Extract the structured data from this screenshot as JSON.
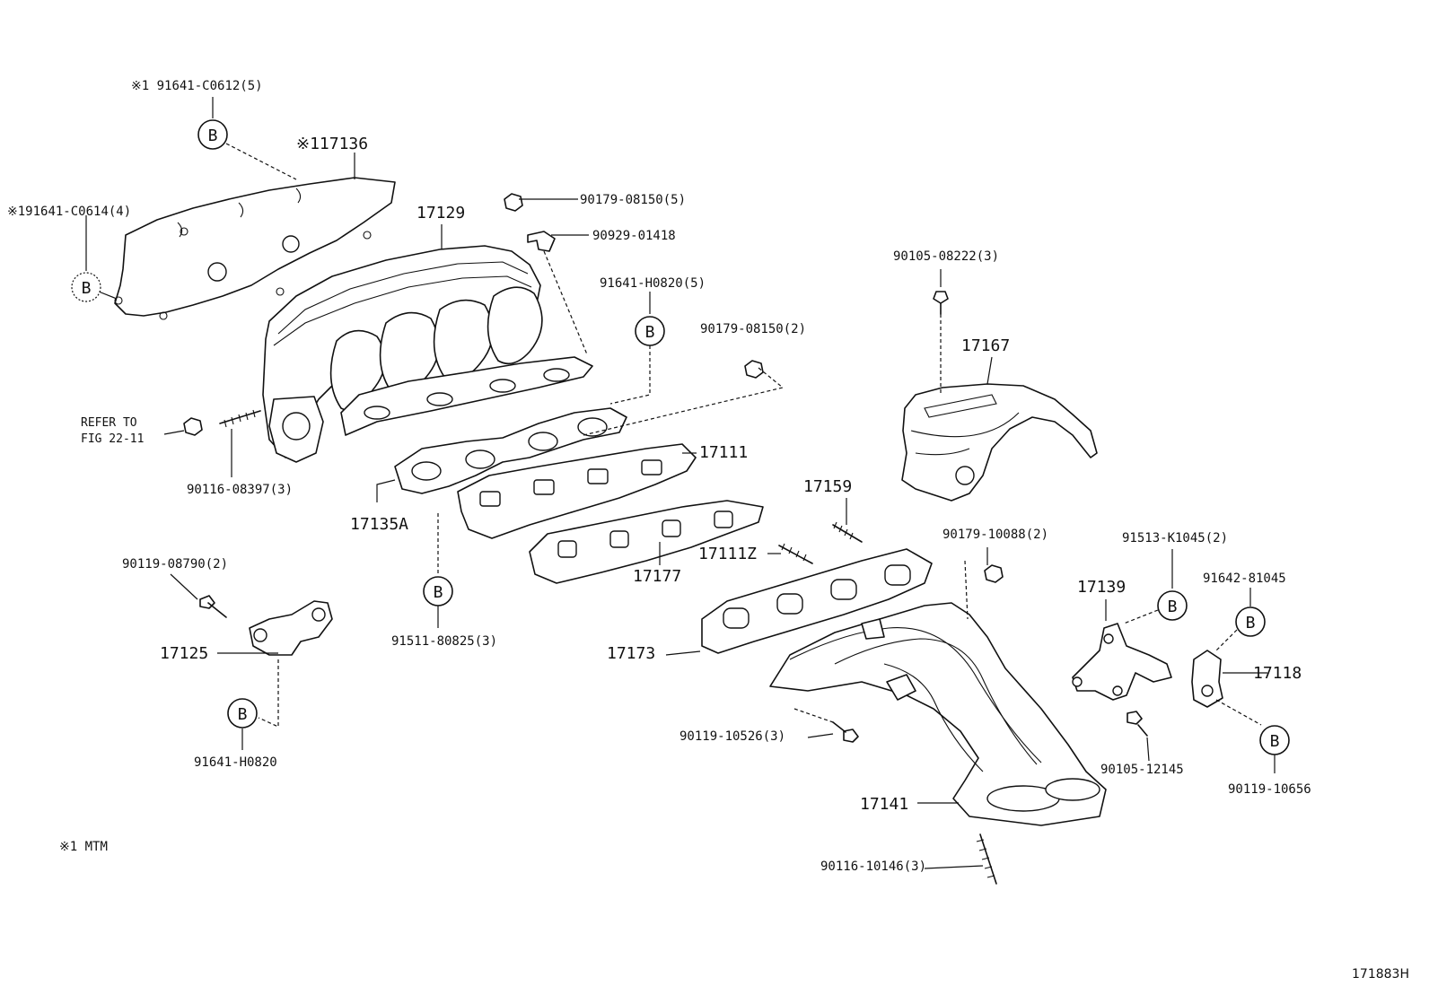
{
  "labels": {
    "l_91641_C0612": "※1 91641-C0612(5)",
    "l_17136": "※117136",
    "l_91641_C0614": "※191641-C0614(4)",
    "l_17129": "17129",
    "l_90179_08150_5": "90179-08150(5)",
    "l_90929_01418": "90929-01418",
    "l_91641_H0820_5": "91641-H0820(5)",
    "l_90179_08150_2": "90179-08150(2)",
    "l_90105_08222": "90105-08222(3)",
    "l_17167": "17167",
    "l_refer_1": "REFER TO",
    "l_refer_2": "FIG 22-11",
    "l_90116_08397": "90116-08397(3)",
    "l_17111": "17111",
    "l_17135A": "17135A",
    "l_17159": "17159",
    "l_90179_10088": "90179-10088(2)",
    "l_91513_K1045": "91513-K1045(2)",
    "l_17139": "17139",
    "l_91642_81045": "91642-81045",
    "l_90119_08790": "90119-08790(2)",
    "l_17111Z": "17111Z",
    "l_17177": "17177",
    "l_91511_80825": "91511-80825(3)",
    "l_17125": "17125",
    "l_17173": "17173",
    "l_17118": "17118",
    "l_90119_10526": "90119-10526(3)",
    "l_90105_12145": "90105-12145",
    "l_90119_10656": "90119-10656",
    "l_91641_H0820": "91641-H0820",
    "l_17141": "17141",
    "l_90116_10146": "90116-10146(3)",
    "l_note": "※1 MTM",
    "l_figure_id": "171883H"
  },
  "callout_letter": "B"
}
